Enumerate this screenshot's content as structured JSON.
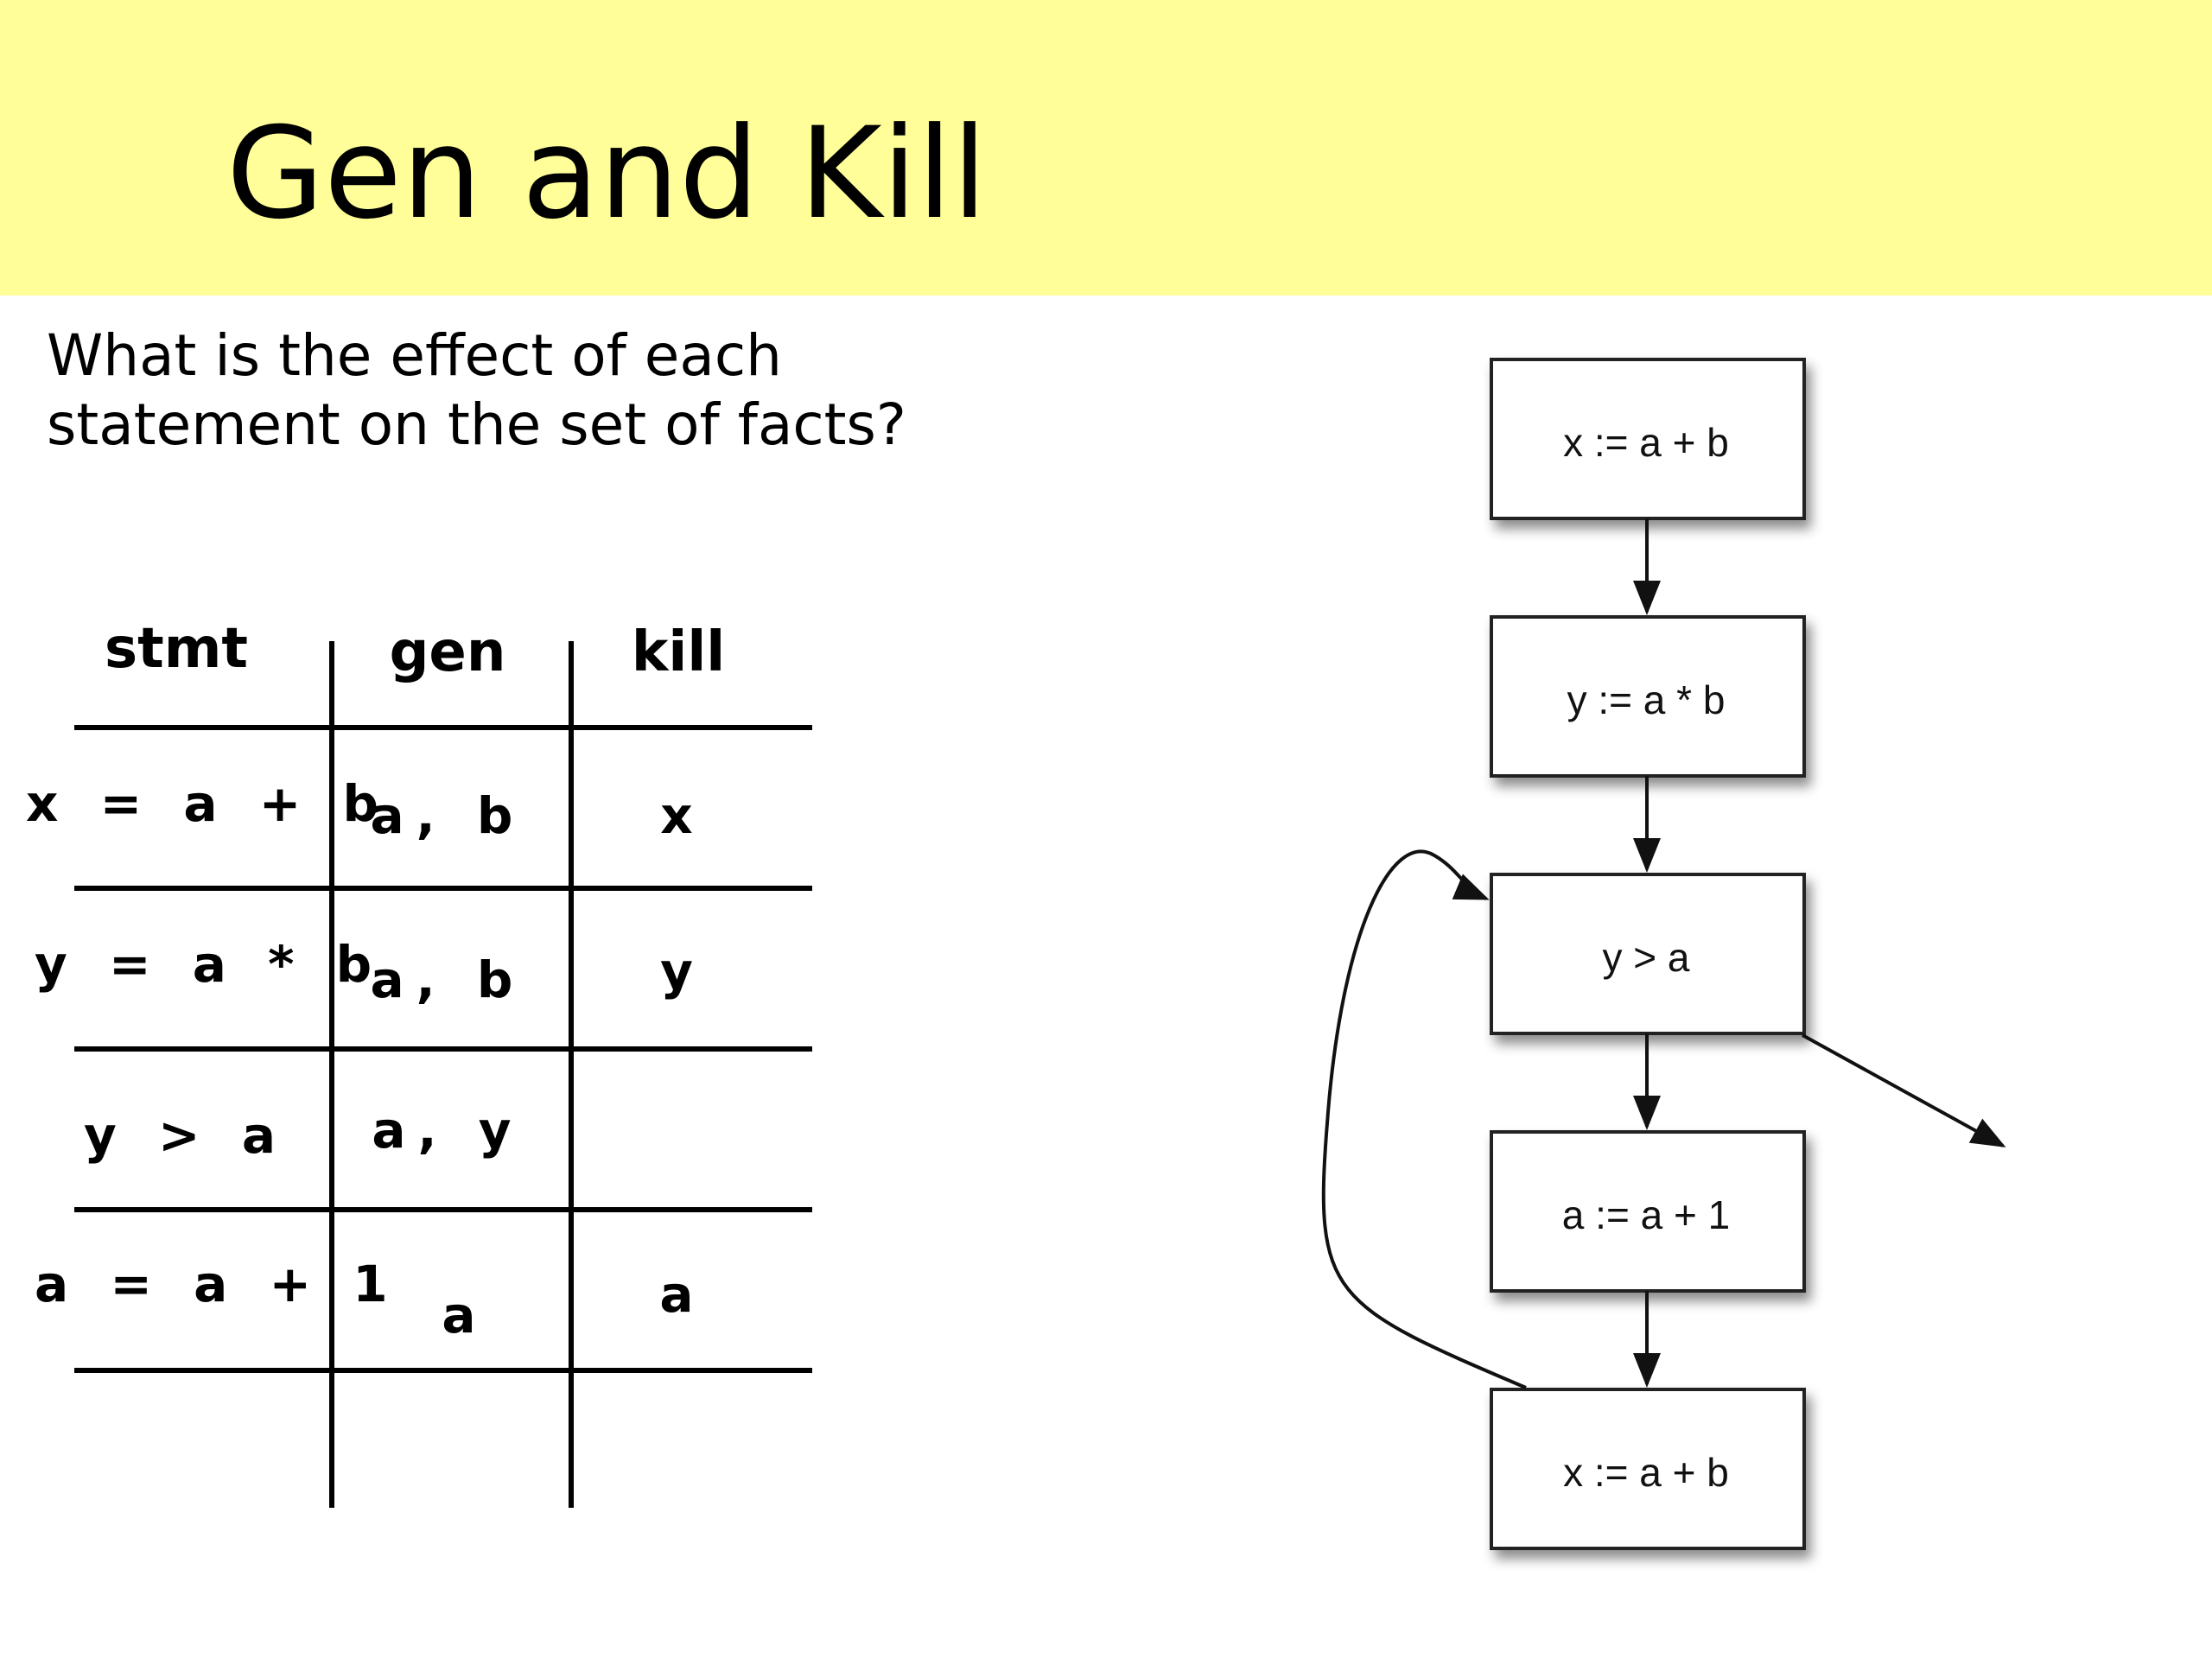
{
  "title": "Gen and Kill",
  "question": {
    "line1": "What is the effect of each",
    "line2": "statement on the set of facts?"
  },
  "table": {
    "headers": {
      "stmt": "stmt",
      "gen": "gen",
      "kill": "kill"
    },
    "rows": [
      {
        "stmt": "x = a + b",
        "gen": "a, b",
        "kill": "x"
      },
      {
        "stmt": "y = a * b",
        "gen": "a, b",
        "kill": "y"
      },
      {
        "stmt": "y > a",
        "gen": "a, y",
        "kill": ""
      },
      {
        "stmt": "a = a + 1",
        "gen": "a",
        "kill": "a"
      }
    ]
  },
  "flowgraph": {
    "nodes": [
      "x := a + b",
      "y := a * b",
      "y > a",
      "a := a + 1",
      "x := a + b"
    ]
  },
  "colors": {
    "title_band": "#fffe99",
    "text": "#000000",
    "node_border": "#222222"
  }
}
